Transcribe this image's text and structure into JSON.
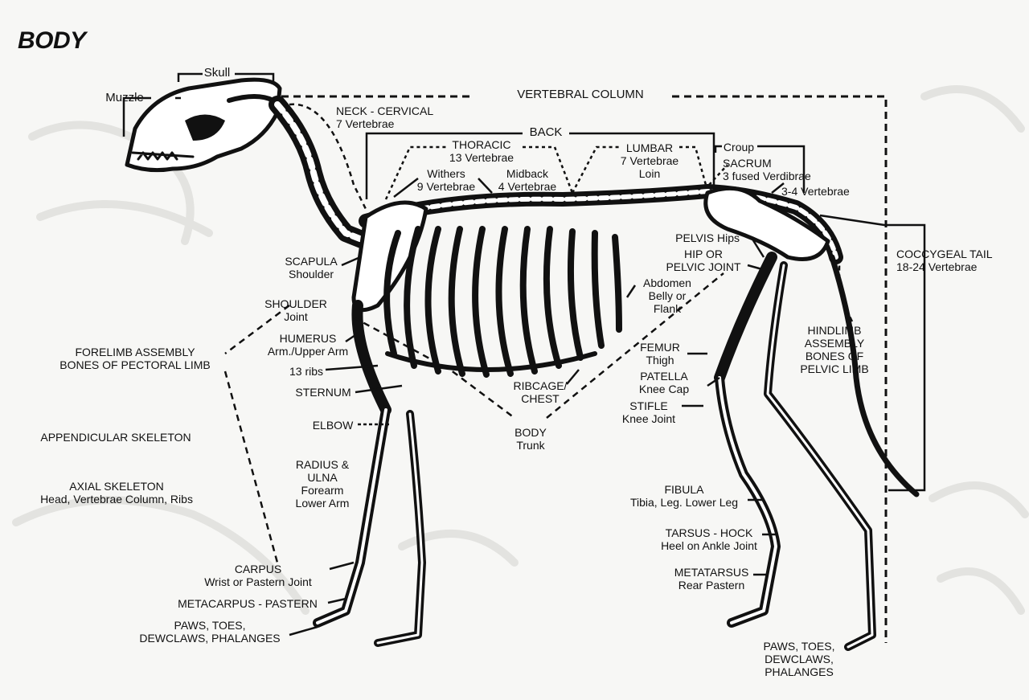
{
  "title": "BODY",
  "labels": {
    "skull": [
      "Skull"
    ],
    "muzzle": [
      "Muzzle"
    ],
    "vertebral_column": [
      "VERTEBRAL COLUMN"
    ],
    "neck": [
      "NECK - CERVICAL",
      "7 Vertebrae"
    ],
    "back": [
      "BACK"
    ],
    "thoracic": [
      "THORACIC",
      "13 Vertebrae"
    ],
    "lumbar": [
      "LUMBAR",
      "7 Vertebrae",
      "Loin"
    ],
    "croup": [
      "Croup"
    ],
    "sacrum": [
      "SACRUM",
      "3 fused Verdibrae"
    ],
    "sacrum_count": [
      "3-4 Vertebrae"
    ],
    "withers": [
      "Withers",
      "9 Vertebrae"
    ],
    "midback": [
      "Midback",
      "4 Vertebrae"
    ],
    "pelvis": [
      "PELVIS Hips"
    ],
    "hip_joint": [
      "HIP OR",
      "PELVIC JOINT"
    ],
    "coccygeal": [
      "COCCYGEAL TAIL",
      "18-24 Vertebrae"
    ],
    "scapula": [
      "SCAPULA",
      "Shoulder"
    ],
    "abdomen": [
      "Abdomen",
      "Belly or",
      "Flank"
    ],
    "shoulder_joint": [
      "SHOULDER",
      "Joint"
    ],
    "humerus": [
      "HUMERUS",
      "Arm./Upper Arm"
    ],
    "forelimb": [
      "FORELIMB ASSEMBLY",
      "BONES OF PECTORAL LIMB"
    ],
    "ribs": [
      "13 ribs"
    ],
    "sternum": [
      "STERNUM"
    ],
    "ribcage": [
      "RIBCAGE/",
      "CHEST"
    ],
    "femur": [
      "FEMUR",
      "Thigh"
    ],
    "patella": [
      "PATELLA",
      "Knee Cap"
    ],
    "hindlimb": [
      "HINDLIMB",
      "ASSEMBLY",
      "BONES OF",
      "PELVIC LIMB"
    ],
    "stifle": [
      "STIFLE",
      "Knee Joint"
    ],
    "elbow": [
      "ELBOW"
    ],
    "body_trunk": [
      "BODY",
      "Trunk"
    ],
    "appendicular": [
      "APPENDICULAR SKELETON"
    ],
    "radius": [
      "RADIUS &",
      "ULNA",
      "Forearm",
      "Lower Arm"
    ],
    "axial": [
      "AXIAL SKELETON",
      "Head, Vertebrae Column, Ribs"
    ],
    "fibula": [
      "FIBULA",
      "Tibia, Leg. Lower Leg"
    ],
    "tarsus": [
      "TARSUS - HOCK",
      "Heel on Ankle Joint"
    ],
    "carpus": [
      "CARPUS",
      "Wrist or Pastern Joint"
    ],
    "metatarsus": [
      "METATARSUS",
      "Rear Pastern"
    ],
    "metacarpus": [
      "METACARPUS - PASTERN"
    ],
    "paws_front": [
      "PAWS, TOES,",
      "DEWCLAWS, PHALANGES"
    ],
    "paws_rear": [
      "PAWS, TOES,",
      "DEWCLAWS,",
      "PHALANGES"
    ]
  }
}
